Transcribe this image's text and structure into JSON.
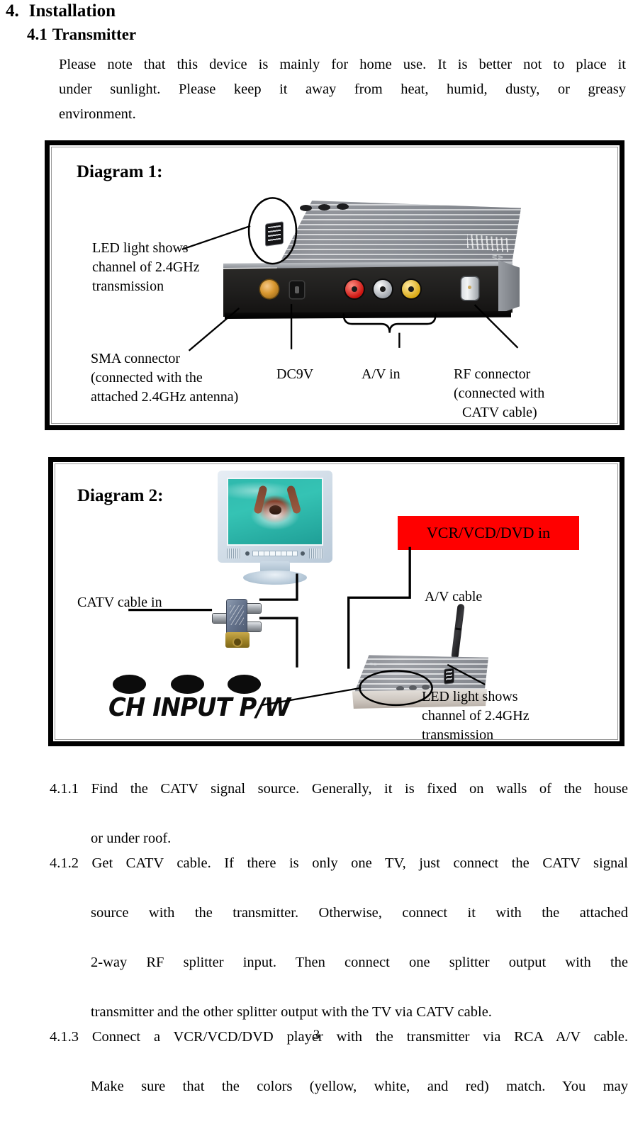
{
  "heading": {
    "section_number": "4.",
    "section_title": "Installation",
    "sub_number": "4.1",
    "sub_title": "Transmitter"
  },
  "intro": {
    "line1": "Please note that this device is mainly for home use.  It is better not to place it",
    "line2": "under sunlight.   Please keep it away from heat, humid, dusty, or greasy",
    "line3": "environment."
  },
  "diagram1": {
    "title": "Diagram 1:",
    "labels": {
      "led": "LED light shows\nchannel of 2.4GHz\ntransmission",
      "sma": "SMA connector\n(connected with the\nattached 2.4GHz antenna)",
      "dc": "DC9V",
      "av": "A/V in",
      "rf_line1": "RF connector",
      "rf_line2": "(connected with",
      "rf_line3": " CATV cable)"
    },
    "device": {
      "brand_mark": "≡≡",
      "rca_colors": [
        "#cc1410",
        "#9aa0a8",
        "#d8a813"
      ]
    }
  },
  "diagram2": {
    "title": "Diagram 2:",
    "labels": {
      "vcr": "VCR/VCD/DVD in",
      "av_cable": "A/V cable",
      "catv": "CATV cable in",
      "led": "LED light shows\nchannel of 2.4GHz\ntransmission",
      "legend_caption": "CH  INPUT  P/W"
    },
    "vcr_box_color": "#ff0000",
    "device": {
      "brand_mark": "≡≡"
    }
  },
  "steps": [
    {
      "lines": [
        "4.1.1 Find the CATV signal source.  Generally, it is fixed on walls of the house",
        "or under roof."
      ]
    },
    {
      "lines": [
        "4.1.2 Get CATV cable.  If there is only one TV, just connect the CATV signal",
        "source with the transmitter.  Otherwise, connect it with the attached",
        "2-way RF splitter input.  Then connect one splitter output with the",
        "transmitter and the other splitter output with the TV via CATV cable."
      ]
    },
    {
      "lines": [
        "4.1.3 Connect a VCR/VCD/DVD player with the transmitter via RCA A/V cable.",
        "Make sure that the colors (yellow, white, and red) match.  You may"
      ]
    }
  ],
  "page_number": "3"
}
